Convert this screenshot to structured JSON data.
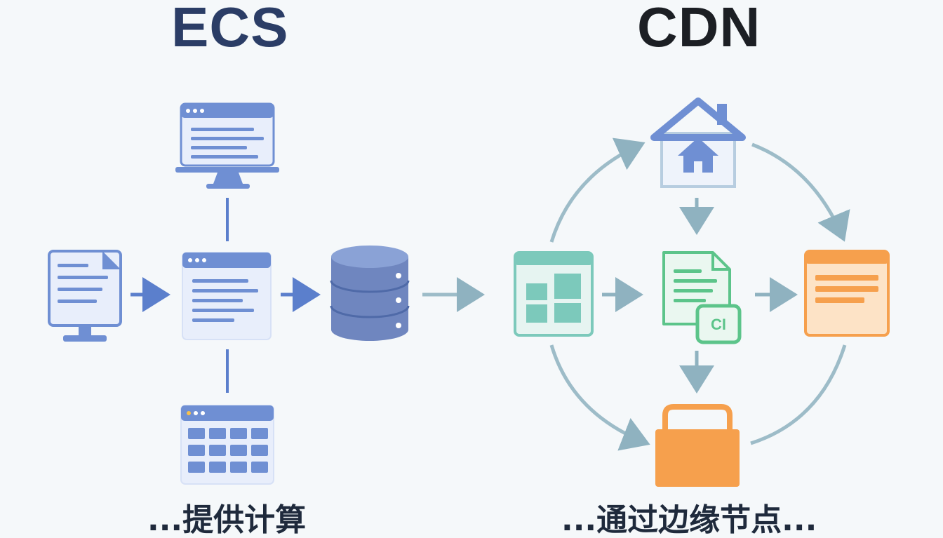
{
  "ecs": {
    "title": "ECS",
    "caption": "...提供计算",
    "color": "#2b3d66",
    "components": [
      {
        "icon": "client-monitor-icon"
      },
      {
        "icon": "web-server-window-icon"
      },
      {
        "icon": "monitor-window-icon"
      },
      {
        "icon": "calendar-grid-window-icon"
      },
      {
        "icon": "database-icon"
      }
    ]
  },
  "cdn": {
    "title": "CDN",
    "caption": "...通过边缘节点...",
    "color": "#1c1f24",
    "components": [
      {
        "icon": "house-origin-icon"
      },
      {
        "icon": "grid-panel-icon"
      },
      {
        "icon": "ci-document-icon"
      },
      {
        "icon": "orange-panel-icon"
      },
      {
        "icon": "orange-briefcase-icon"
      }
    ]
  },
  "colors": {
    "ecs_blue": "#6f8fd3",
    "ecs_blue_light": "#e8eefb",
    "arrow_blue": "#5b7fcc",
    "cdn_arrow": "#9dbcc8",
    "teal": "#7cc9bb",
    "green": "#5cc48a",
    "orange": "#f6a04d"
  }
}
